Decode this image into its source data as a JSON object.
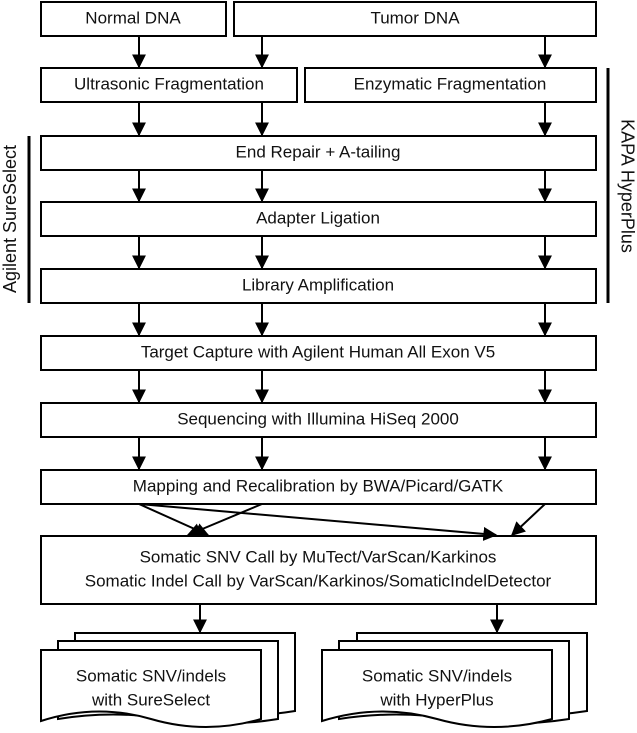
{
  "nodes": {
    "normal_dna": "Normal DNA",
    "tumor_dna": "Tumor DNA",
    "ultrasonic": "Ultrasonic Fragmentation",
    "enzymatic": "Enzymatic Fragmentation",
    "end_repair": "End Repair + A-tailing",
    "adapter": "Adapter Ligation",
    "library": "Library Amplification",
    "capture": "Target Capture with Agilent Human All Exon V5",
    "sequencing": "Sequencing with Illumina HiSeq 2000",
    "mapping": "Mapping and Recalibration by BWA/Picard/GATK",
    "calling_line1": "Somatic SNV Call by MuTect/VarScan/Karkinos",
    "calling_line2": "Somatic Indel Call by VarScan/Karkinos/SomaticIndelDetector"
  },
  "outputs": {
    "sureselect_line1": "Somatic SNV/indels",
    "sureselect_line2": "with SureSelect",
    "hyperplus_line1": "Somatic SNV/indels",
    "hyperplus_line2": "with HyperPlus"
  },
  "side_labels": {
    "agilent": "Agilent SureSelect",
    "kapa": "KAPA HyperPlus"
  }
}
